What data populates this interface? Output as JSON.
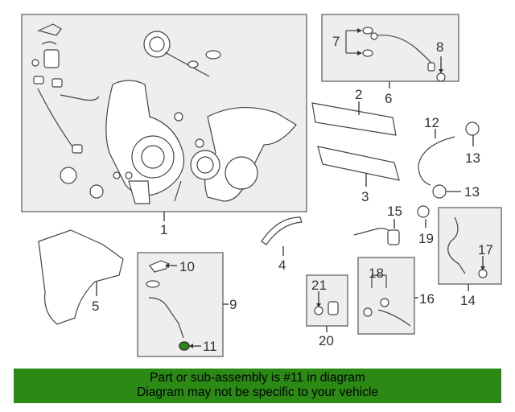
{
  "callouts": {
    "c1": "1",
    "c2": "2",
    "c3": "3",
    "c4": "4",
    "c5": "5",
    "c6": "6",
    "c7": "7",
    "c8": "8",
    "c9": "9",
    "c10": "10",
    "c11": "11",
    "c12": "12",
    "c13a": "13",
    "c13b": "13",
    "c14": "14",
    "c15": "15",
    "c16": "16",
    "c17": "17",
    "c18": "18",
    "c19": "19",
    "c20": "20",
    "c21": "21"
  },
  "banner": {
    "line1": "Part or sub-assembly is #11 in diagram",
    "line2": "Diagram may not be specific to your vehicle"
  },
  "colors": {
    "banner": "#2b8a13",
    "highlight": "#2b8a13"
  }
}
